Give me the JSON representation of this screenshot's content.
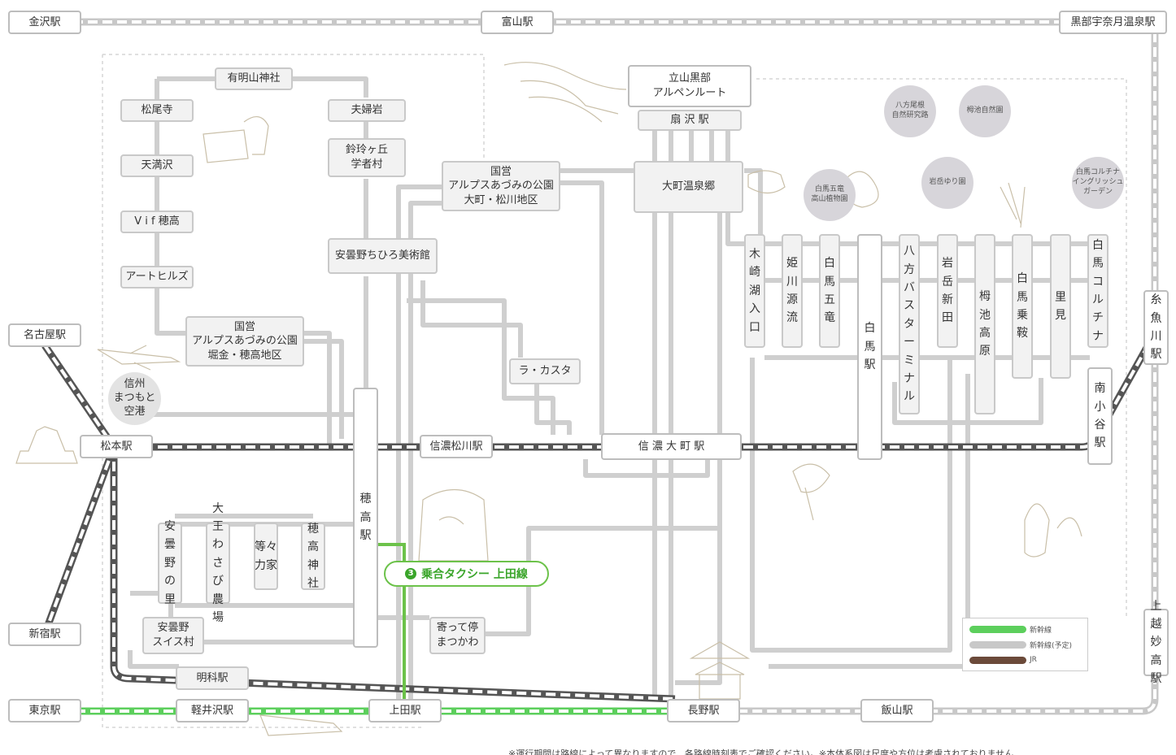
{
  "stations": {
    "kanazawa": "金沢駅",
    "toyama": "富山駅",
    "kurobe": "黒部宇奈月温泉駅",
    "nagoya": "名古屋駅",
    "matsumoto": "松本駅",
    "shinano_matsukawa": "信濃松川駅",
    "shinano_omachi": "信 濃 大 町 駅",
    "minami_otari": "南小谷駅",
    "itoigawa": "糸魚川駅",
    "joetsu_myoko": "上越妙高駅",
    "shinjuku": "新宿駅",
    "tokyo": "東京駅",
    "karuizawa": "軽井沢駅",
    "ueda": "上田駅",
    "nagano": "長野駅",
    "iiyama": "飯山駅",
    "akashina": "明科駅",
    "hotaka": "穂高駅",
    "hakuba": "白馬駅"
  },
  "spots": {
    "ariake_jinja": "有明山神社",
    "matsuoji": "松尾寺",
    "tengusawa": "天満沢",
    "vif_hotaka": "V i f 穂高",
    "art_hills": "アートヒルズ",
    "alps_hotaka": "国営\nアルプスあづみの公園\n堀金・穂高地区",
    "shinshu_airport": "信州\nまつもと\n空港",
    "meotoiwa": "夫婦岩",
    "suzuran": "鈴玲ヶ丘\n学者村",
    "chihiro": "安曇野ちひろ美術館",
    "alps_omachi": "国営\nアルプスあづみの公園\n大町・松川地区",
    "la_casta": "ラ・カスタ",
    "tateyama": "立山黒部\nアルペンルート",
    "ogizawa": "扇 沢 駅",
    "omachi_onsen": "大町温泉郷",
    "azumino_sato": "安曇野の里",
    "daio_wasabi": "大王わさび農場",
    "todoroki": "等々力家",
    "hotaka_jinja": "穂高神社",
    "swiss": "安曇野\nスイス村",
    "yotte": "寄って停\nまつかわ"
  },
  "hakuba_stops": [
    "木崎湖入口",
    "姫川源流",
    "白馬五竜",
    "八方バスターミナル",
    "岩岳新田",
    "栂池高原",
    "白馬乗鞍",
    "里見",
    "白馬コルチナ"
  ],
  "circles": {
    "happo_research": "八方尾根\n自然研究路",
    "tsugaike_garden": "栂池自然園",
    "goryu_alpine": "白馬五竜\n高山植物園",
    "iwatake_yuri": "岩岳ゆり園",
    "cortina_garden": "白馬コルチナ\nイングリッシュ\nガーデン"
  },
  "taxi": {
    "number": "3",
    "label": "乗合タクシー 上田線"
  },
  "legend": {
    "shinkansen": "新幹線",
    "shinkansen_planned": "新幹線(予定)",
    "jr": "JR"
  },
  "footnote": "※運行期間は路線によって異なりますので、各路線時刻表でご確認ください。※本体系図は尺度や方位は考慮されておりません",
  "colors": {
    "shinkansen": "#5ccf5c",
    "planned": "#c8c8c8",
    "jr": "#555555",
    "bus_route": "#cfcfcf",
    "taxi": "#6cc24a"
  }
}
